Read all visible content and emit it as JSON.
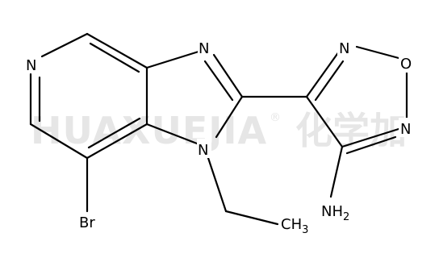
{
  "watermark": {
    "text": "HUAXUEJIA",
    "registered": "®",
    "cn_text": "化学加"
  },
  "atoms": {
    "n_pyridine": "N",
    "n_imidazole_top": "N",
    "n_imidazole_ethyl": "N",
    "n_furazan_top": "N",
    "o_furazan": "O",
    "n_furazan_right": "N",
    "br": "Br",
    "amine_n": "NH",
    "amine_sub": "2",
    "methyl_c": "CH",
    "methyl_sub": "3"
  },
  "colors": {
    "bond": "#000000",
    "text": "#000000",
    "watermark": "#e6e6e6",
    "background": "#ffffff"
  }
}
